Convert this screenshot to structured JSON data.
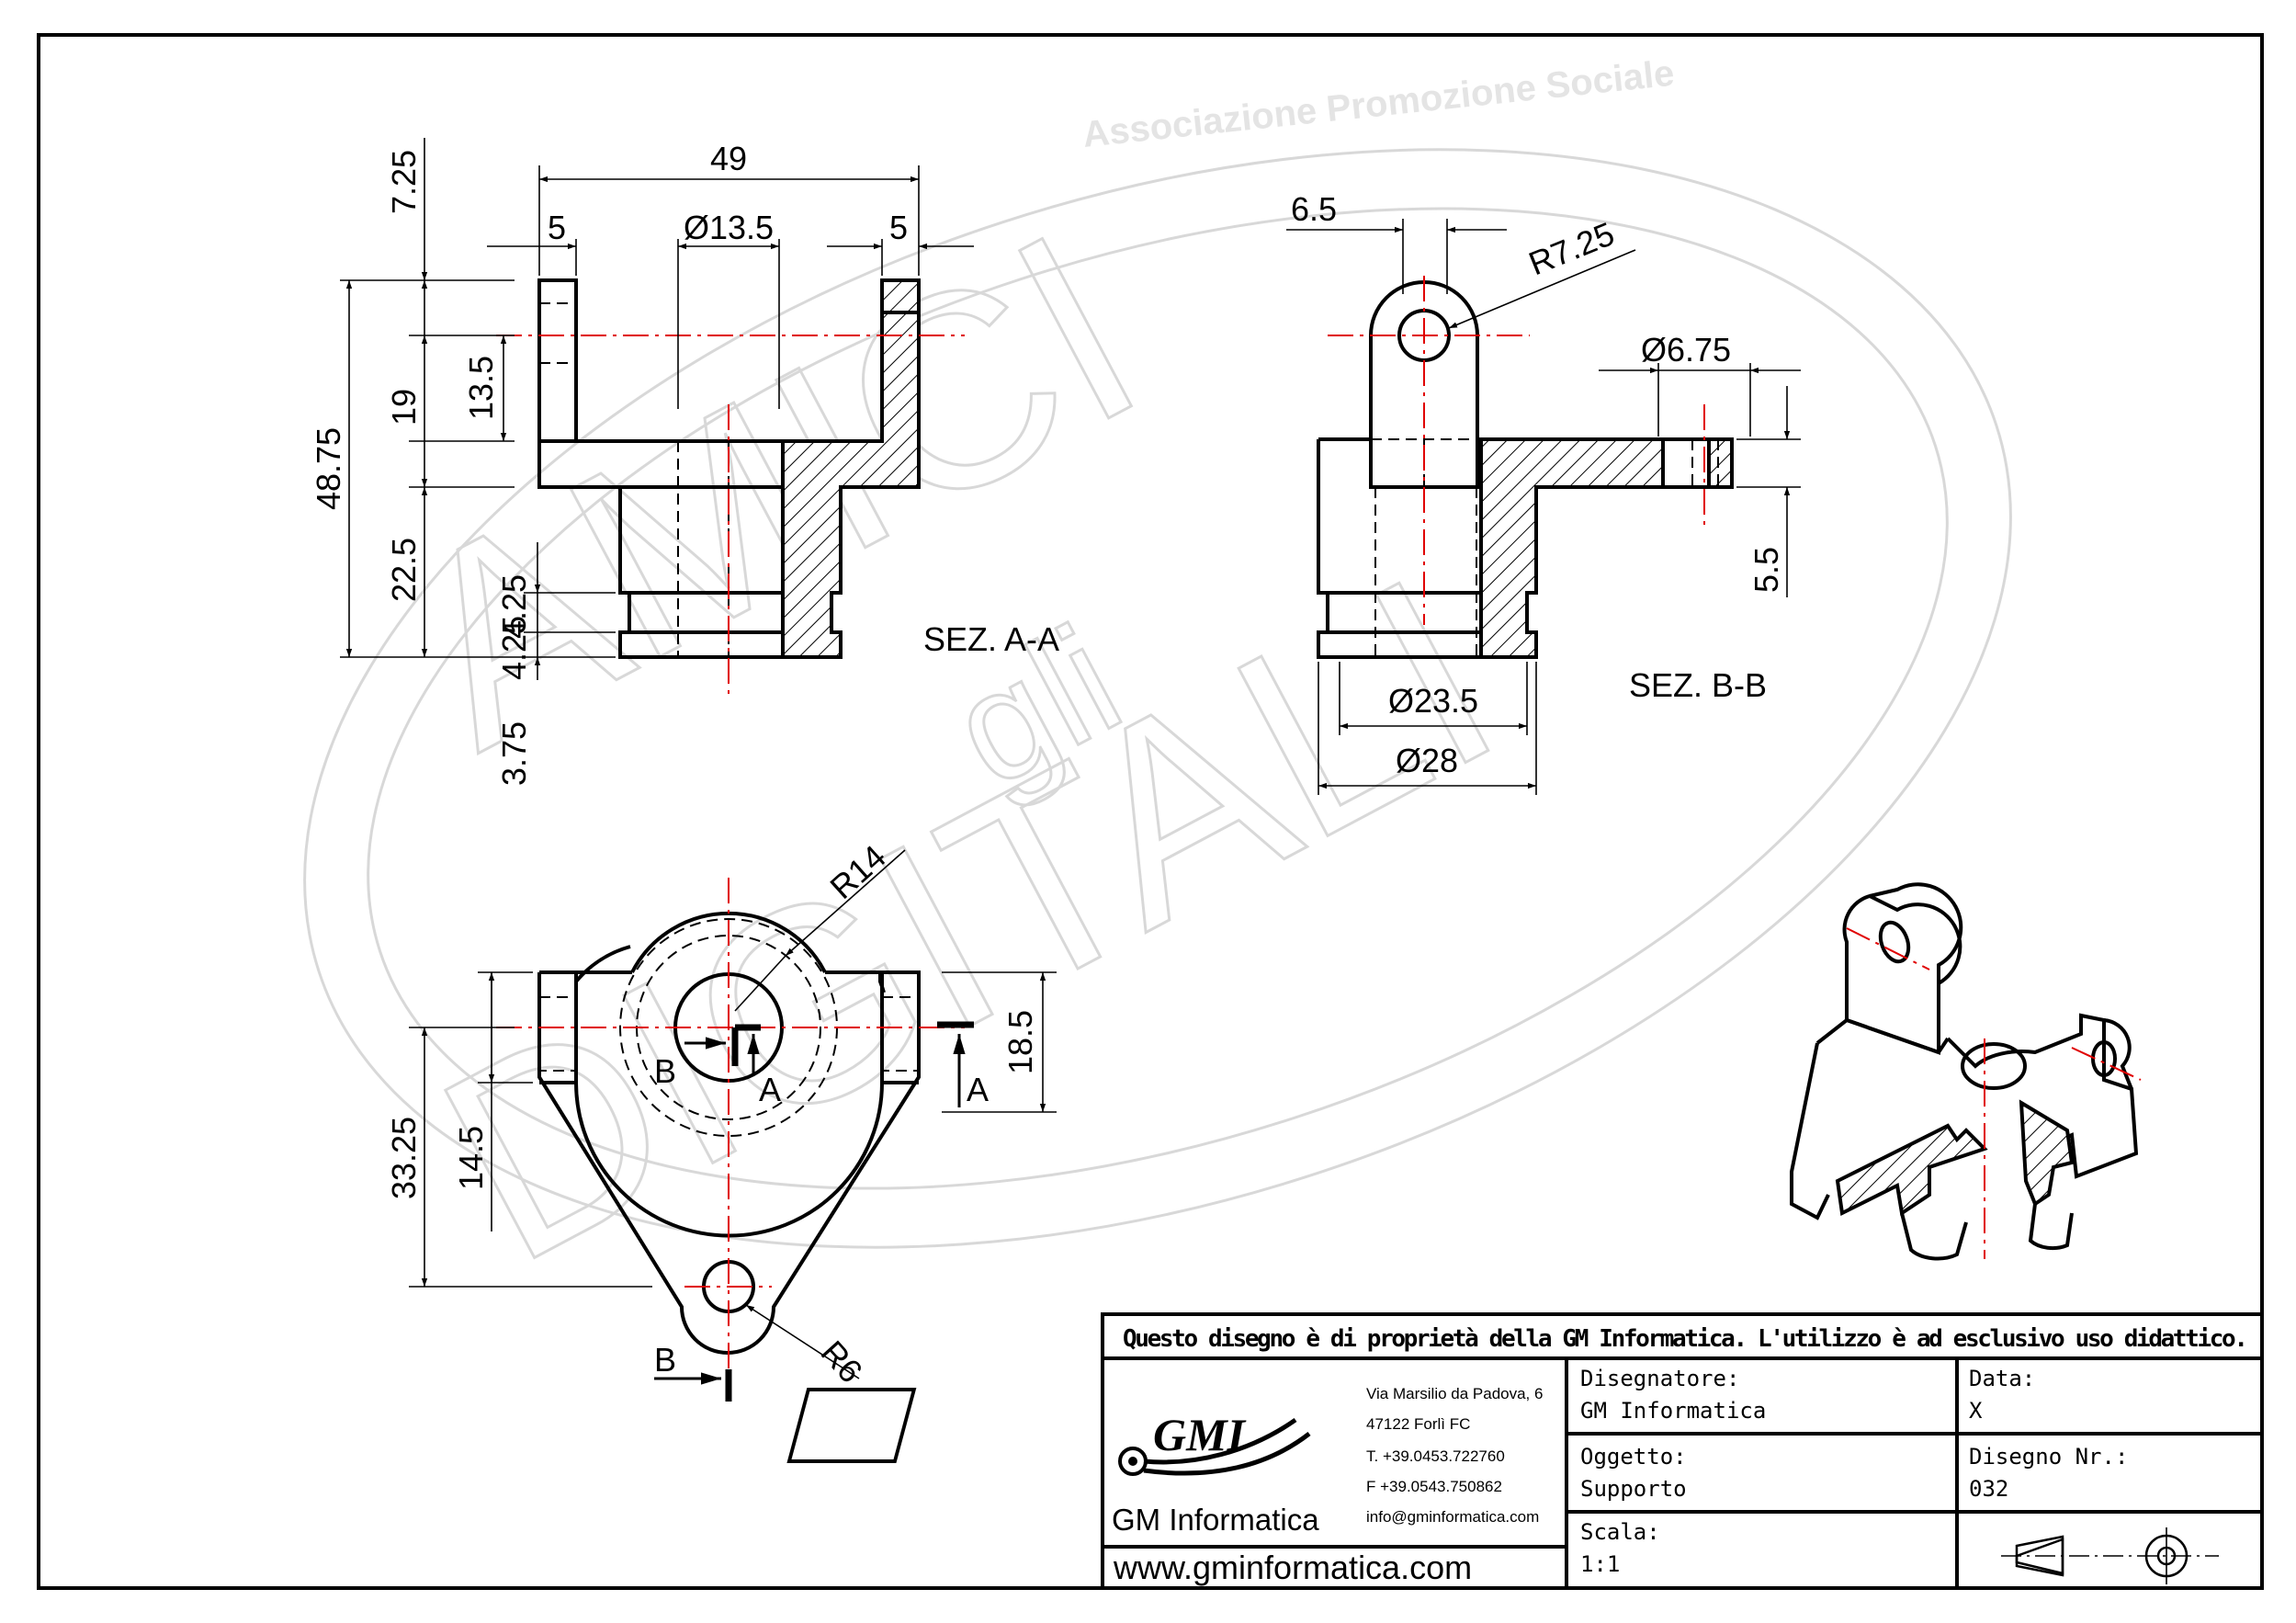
{
  "watermark": {
    "arc_text": "Associazione Promozione Sociale",
    "letters_top": "AMICI",
    "letters_mid": "gli",
    "letters_bottom": "DIGITALI"
  },
  "views": {
    "section_a": {
      "label": "SEZ. A-A",
      "dims": [
        "49",
        "5",
        "Ø13.5",
        "5",
        "7.25",
        "48.75",
        "19",
        "13.5",
        "22.5",
        "4.25",
        "4.25",
        "3.75"
      ]
    },
    "section_b": {
      "label": "SEZ. B-B",
      "dims": [
        "6.5",
        "R7.25",
        "Ø6.75",
        "5.5",
        "Ø23.5",
        "Ø28"
      ]
    },
    "top_view": {
      "dims": [
        "R14",
        "18.5",
        "33.25",
        "14.5",
        "R6"
      ],
      "cut_labels": [
        "B",
        "A",
        "A",
        "B"
      ]
    }
  },
  "title_block": {
    "notice": "Questo disegno è di proprietà della GM Informatica. L'utilizzo è ad esclusivo uso didattico.",
    "logo_text": "GMI",
    "company": "GM Informatica",
    "website": "www.gminformatica.com",
    "address": [
      "Via Marsilio da Padova, 6",
      "47122 Forlì FC",
      "T. +39.0453.722760",
      "F +39.0543.750862",
      "info@gminformatica.com"
    ],
    "designer_label": "Disegnatore:",
    "designer_value": "GM Informatica",
    "date_label": "Data:",
    "date_value": "X",
    "object_label": "Oggetto:",
    "object_value": "Supporto",
    "drawing_no_label": "Disegno Nr.:",
    "drawing_no_value": "032",
    "scale_label": "Scala:",
    "scale_value": "1:1"
  },
  "colors": {
    "line": "#000000",
    "centerline": "#e00000",
    "watermark": "#d8d8d8",
    "background": "#ffffff"
  }
}
